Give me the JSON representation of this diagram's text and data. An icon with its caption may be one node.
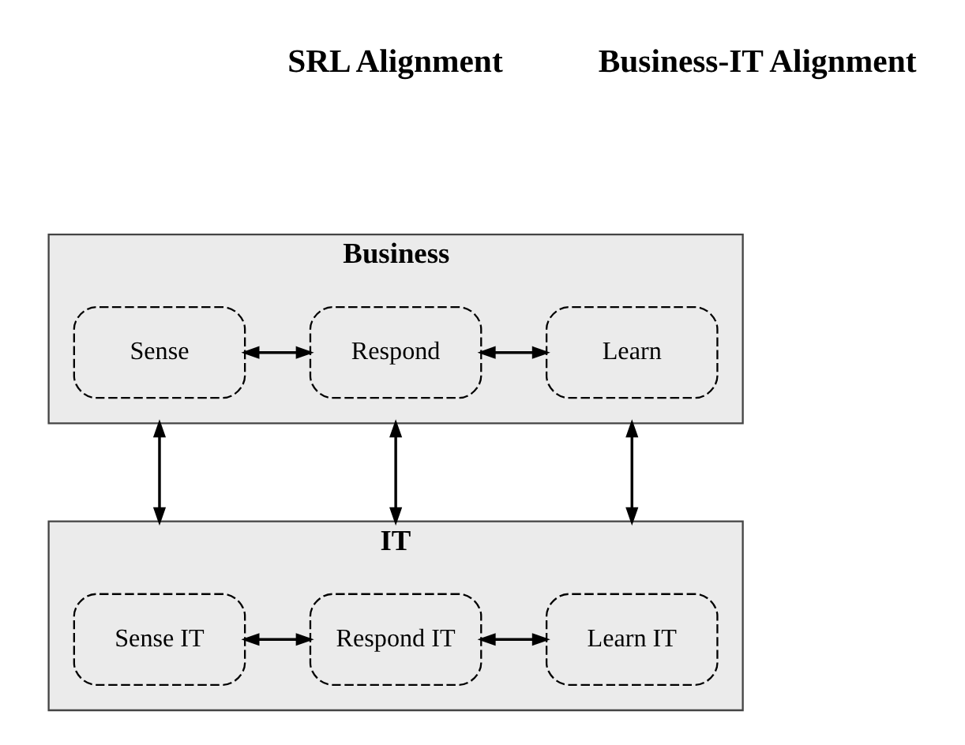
{
  "diagram": {
    "nodes": [
      {
        "text": [
          "Business"
        ]
      },
      {
        "text": [
          "Sense"
        ],
        "in": 0
      },
      {
        "text": [
          "Respond"
        ],
        "in": 0
      },
      {
        "text": [
          "Learn"
        ],
        "in": 0
      },
      {
        "text": [
          "IT"
        ]
      },
      {
        "text": [
          "Sense IT"
        ],
        "in": 4
      },
      {
        "text": [
          "Respond IT"
        ],
        "in": 4
      },
      {
        "text": [
          "Learn IT"
        ],
        "in": 4
      }
    ],
    "edges": [
      {
        "from": 1,
        "to": 2,
        "arrow": "both"
      },
      {
        "from": 2,
        "to": 3,
        "arrow": "both"
      },
      {
        "from": 0,
        "to": 4,
        "arrow": "both"
      },
      {
        "from": 0,
        "to": 4,
        "arrow": "both"
      },
      {
        "from": 0,
        "to": 4,
        "arrow": "both"
      },
      {
        "from": 5,
        "to": 6,
        "arrow": "both"
      },
      {
        "from": 6,
        "to": 7,
        "arrow": "both"
      }
    ],
    "labels": [
      "SRL Alignment",
      "Business-IT Alignment"
    ]
  }
}
